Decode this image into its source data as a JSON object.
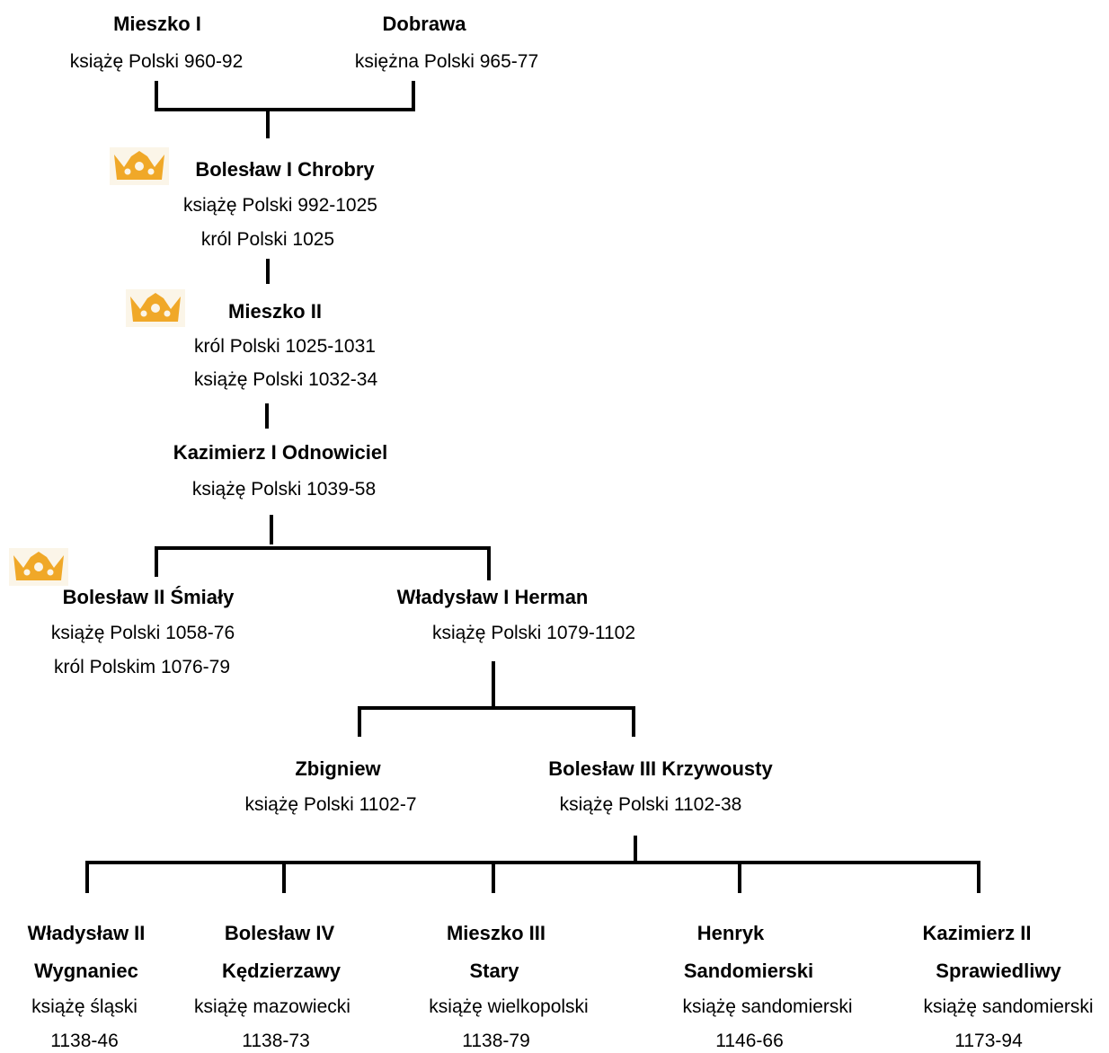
{
  "crown_color": "#f0a828",
  "crown_background": "#fbf5e8",
  "line_color": "#000000",
  "people": {
    "mieszko1": {
      "name": "Mieszko I",
      "lines": [
        "książę Polski  960-92"
      ]
    },
    "dobrawa": {
      "name": "Dobrawa",
      "lines": [
        "księżna Polski 965-77"
      ]
    },
    "boleslaw1": {
      "name": "Bolesław I Chrobry",
      "crown": "crown-icon",
      "lines": [
        "książę Polski  992-1025",
        "król Polski 1025"
      ]
    },
    "mieszko2": {
      "name": "Mieszko II",
      "crown": "crown-icon",
      "lines": [
        "król Polski  1025-1031",
        "książę Polski   1032-34"
      ]
    },
    "kazimierz1": {
      "name": "Kazimierz I Odnowiciel",
      "lines": [
        "książę Polski 1039-58"
      ]
    },
    "boleslaw2": {
      "name": "Bolesław II Śmiały",
      "crown": "crown-icon",
      "lines": [
        "książę Polski 1058-76",
        "król Polskim 1076-79"
      ]
    },
    "wladyslaw1": {
      "name": "Władysław I Herman",
      "lines": [
        "książę Polski 1079-1102"
      ]
    },
    "zbigniew": {
      "name": "Zbigniew",
      "lines": [
        "książę Polski 1102-7"
      ]
    },
    "boleslaw3": {
      "name": "Bolesław III Krzywousty",
      "lines": [
        "książę Polski 1102-38"
      ]
    },
    "wladyslaw2": {
      "name_lines": [
        "Władysław II",
        "Wygnaniec"
      ],
      "lines": [
        "książę śląski",
        "1138-46"
      ]
    },
    "boleslaw4": {
      "name_lines": [
        "Bolesław IV",
        "Kędzierzawy"
      ],
      "lines": [
        "książę mazowiecki",
        "1138-73"
      ]
    },
    "mieszko3": {
      "name_lines": [
        "Mieszko III",
        "Stary"
      ],
      "lines": [
        "książę wielkopolski",
        "1138-79"
      ]
    },
    "henryk": {
      "name_lines": [
        "Henryk",
        "Sandomierski"
      ],
      "lines": [
        "książę sandomierski",
        "1146-66"
      ]
    },
    "kazimierz2": {
      "name_lines": [
        "Kazimierz II",
        "Sprawiedliwy"
      ],
      "lines": [
        "książę sandomierski",
        "1173-94"
      ]
    }
  }
}
